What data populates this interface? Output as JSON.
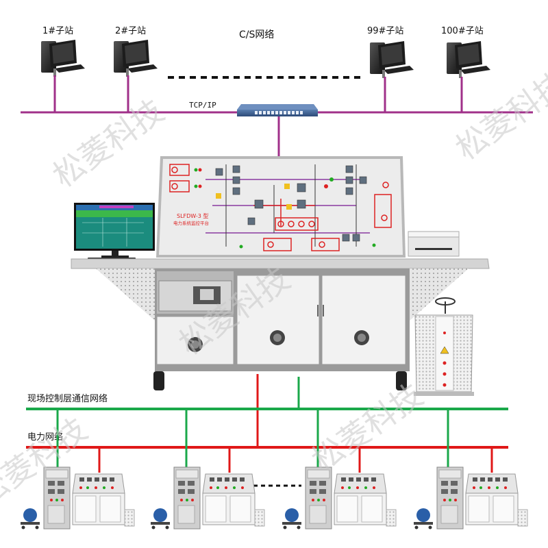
{
  "stations": [
    {
      "label": "1#子站"
    },
    {
      "label": "2#子站"
    },
    {
      "label": "99#子站"
    },
    {
      "label": "100#子站"
    }
  ],
  "networks": {
    "cs": "C/S网络",
    "tcpip": "TCP/IP",
    "field": "现场控制层通信网络",
    "power": "电力网络"
  },
  "platform": {
    "model": "SLFDW-3 型",
    "name": "电力系统监控平台"
  },
  "watermark": "松菱科技",
  "colors": {
    "lan": "#a0308a",
    "field": "#1aa84a",
    "power": "#e01818",
    "panel": "#ececec",
    "bench": "#d8d8d8"
  }
}
